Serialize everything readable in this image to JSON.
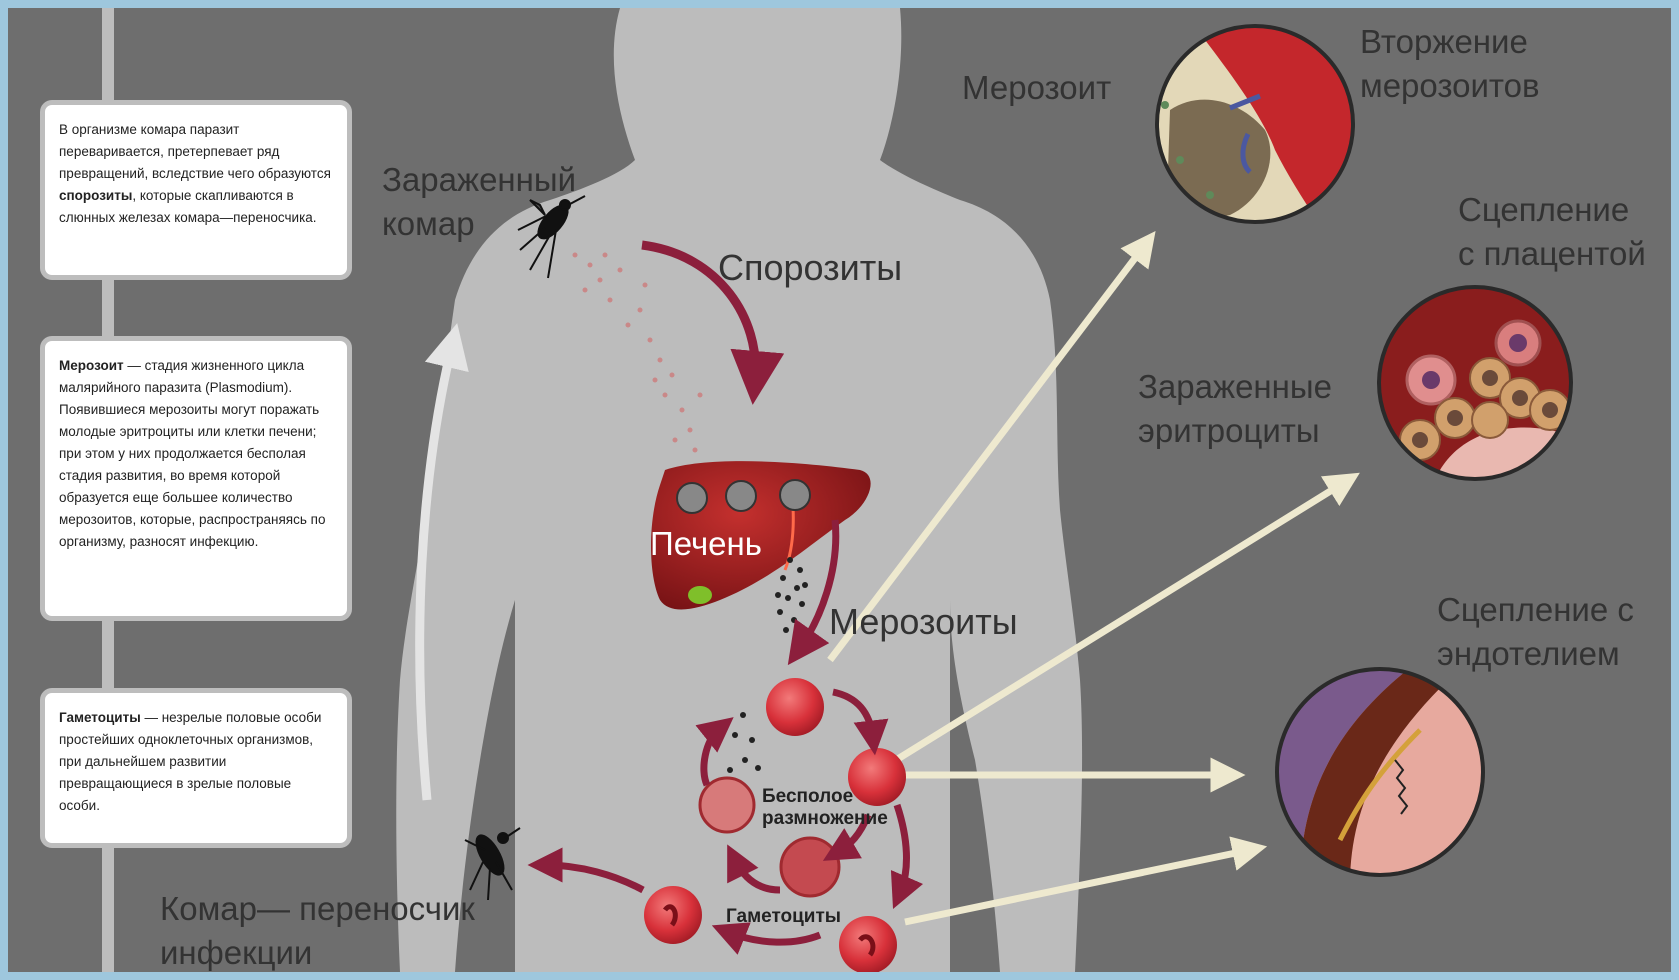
{
  "labels": {
    "infected_mosquito": [
      "Зараженный",
      "комар"
    ],
    "sporozoites": "Спорозиты",
    "liver": "Печень",
    "merozoites": "Мерозоиты",
    "asexual_reproduction": [
      "Бесполое",
      "размножение"
    ],
    "gametocytes": "Гаметоциты",
    "vector_mosquito": [
      "Комар— переносчик",
      "инфекции"
    ],
    "merozoite": "Мерозоит",
    "merozoite_invasion": [
      "Вторжение",
      "мерозоитов"
    ],
    "placenta_adhesion": [
      "Сцепление",
      "с плацентой"
    ],
    "infected_erythrocytes": [
      "Зараженные",
      "эритроциты"
    ],
    "endothelium_adhesion": [
      "Сцепление с",
      "эндотелием"
    ]
  },
  "info_boxes": {
    "box1": {
      "text_before": "В организме комара паразит переваривается, претерпевает ряд превращений, вследствие чего образуются ",
      "bold": "спорозиты",
      "text_after": ", которые скапливаются в слюнных железах комара—переносчика."
    },
    "box2": {
      "bold": "Мерозоит",
      "text_after": " — стадия жизненного цикла малярийного паразита (Plasmodium). Появившиеся мерозоиты могут поражать молодые эритроциты или клетки печени; при этом у них продолжается бесполая стадия развития, во время которой образуется еще большее количество мерозоитов, которые, распространяясь по организму, разносят инфекцию."
    },
    "box3": {
      "bold": "Гаметоциты",
      "text_after": " — незрелые половые особи простейших одноклеточных организмов, при дальнейшем развитии превращающиеся в зрелые половые особи."
    }
  },
  "colors": {
    "background_frame": "#9ec7dd",
    "panel": "#6e6e6e",
    "silhouette": "#bcbcbc",
    "arrow_crimson": "#8c1f3c",
    "arrow_cream": "#eee9cf",
    "blood_cell": "#d8313a",
    "liver": "#9a1a1c",
    "text": "#333333"
  }
}
